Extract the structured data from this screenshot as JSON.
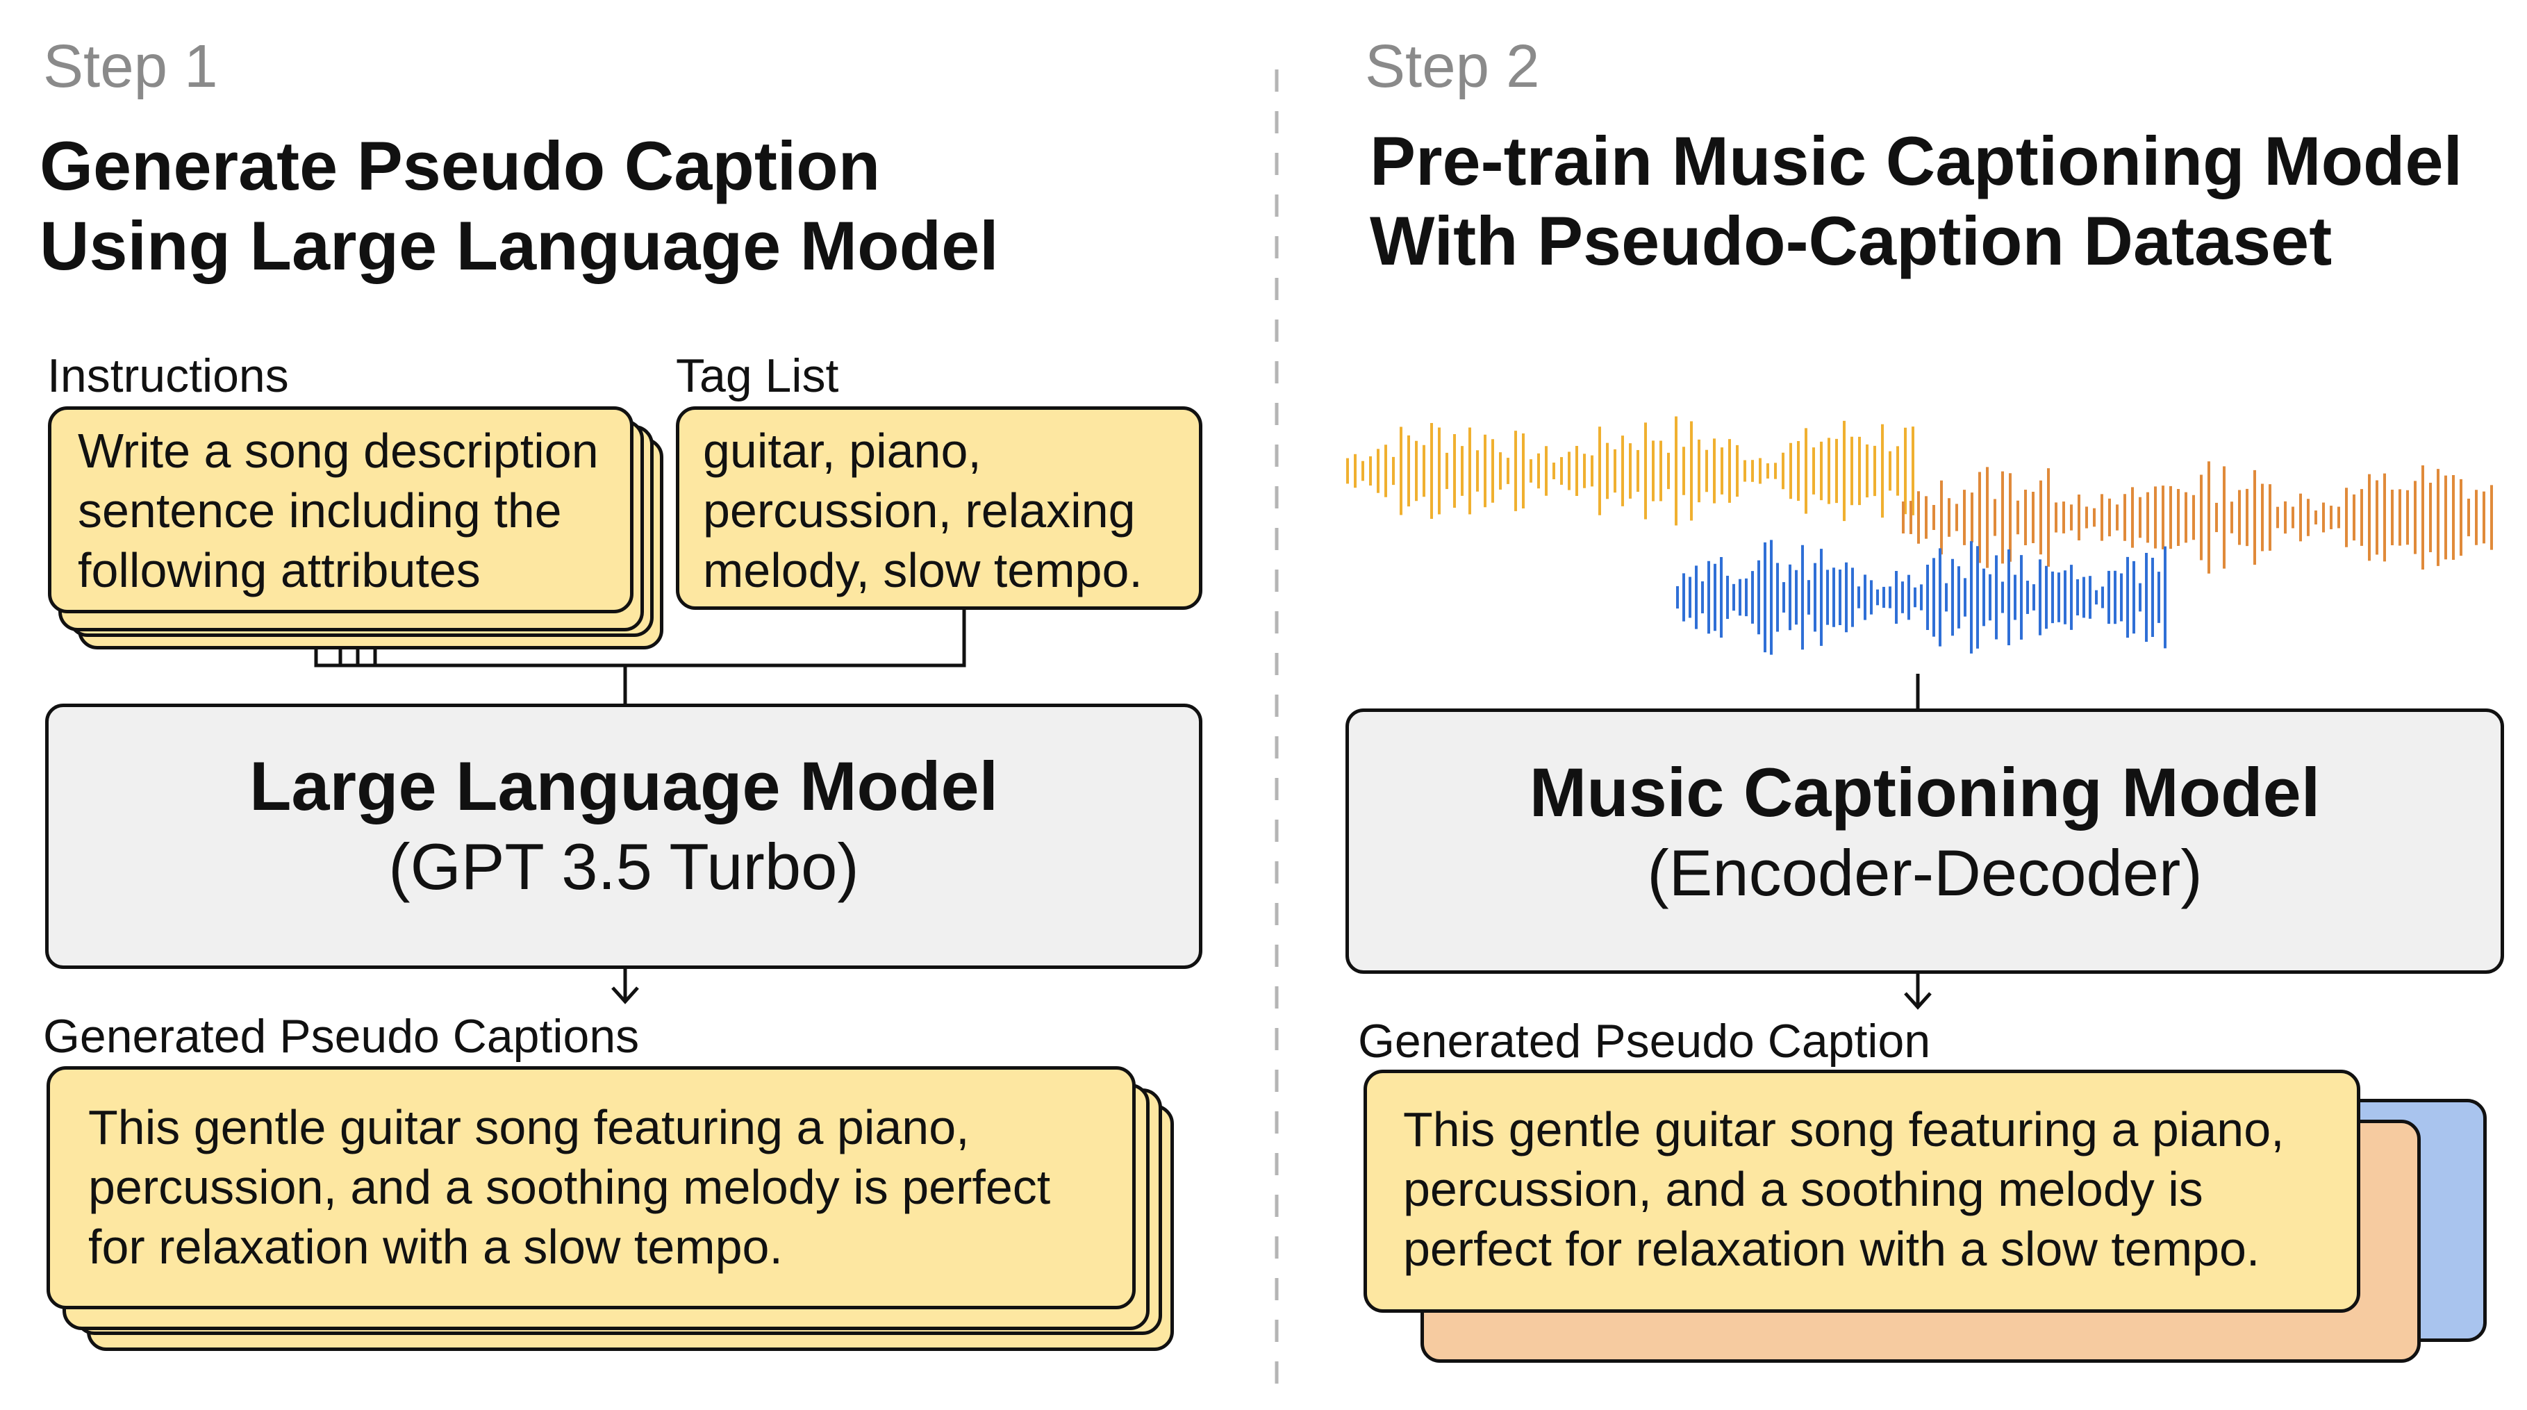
{
  "step1": {
    "step_label": "Step 1",
    "title": "Generate Pseudo Caption\nUsing Large Language Model",
    "instructions_label": "Instructions",
    "instructions_text": "Write a song description\nsentence including the\nfollowing attributes",
    "tag_list_label": "Tag List",
    "tag_list_text": "guitar, piano,\npercussion, relaxing\nmelody, slow tempo.",
    "model_name": "Large Language Model",
    "model_detail": "(GPT 3.5 Turbo)",
    "output_label": "Generated Pseudo Captions",
    "output_text": "This gentle guitar song featuring a piano,\npercussion, and a soothing melody is perfect\nfor relaxation with a slow tempo."
  },
  "step2": {
    "step_label": "Step 2",
    "title": "Pre-train Music Captioning Model\nWith Pseudo-Caption Dataset",
    "model_name": "Music Captioning Model",
    "model_detail": "(Encoder-Decoder)",
    "output_label": "Generated Pseudo Caption",
    "output_text": "This gentle guitar song featuring a piano,\npercussion, and a soothing melody is\nperfect for relaxation with a slow tempo."
  },
  "colors": {
    "caption_yellow": "#fde7a1",
    "model_gray": "#f0f0f0",
    "back_card_peach": "#f6cba0",
    "back_card_blue": "#a9c4ee",
    "wave_yellow": "#f0b030",
    "wave_orange": "#e08a3a",
    "wave_blue": "#2f6fd6",
    "divider": "#b5b5b5"
  }
}
